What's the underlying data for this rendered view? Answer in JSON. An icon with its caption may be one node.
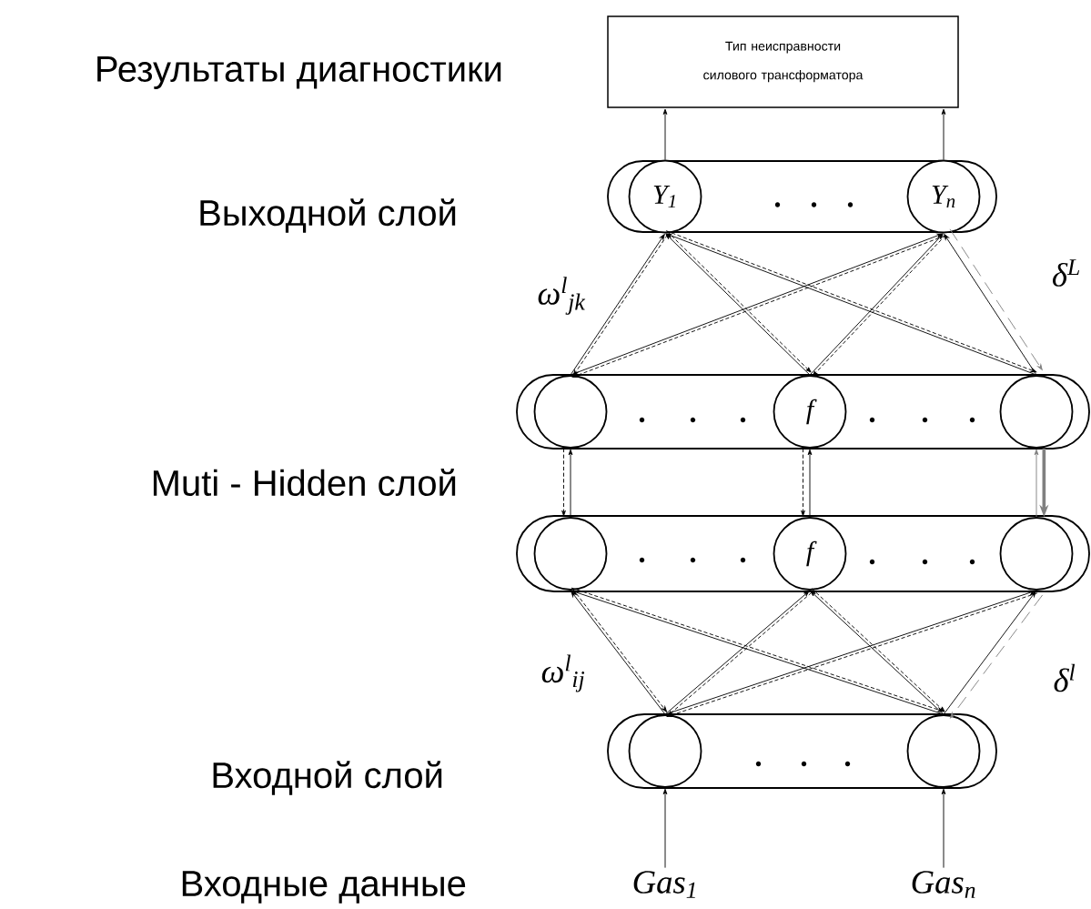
{
  "diagram": {
    "nodes": [
      {
        "text": [
          "Тип неисправности силового трансформатора"
        ]
      },
      {
        "text": [],
        "shape": "band"
      },
      {
        "text": [
          "Y$_{1}$"
        ],
        "in": 1
      },
      {
        "text": [
          "Y$_{n}$"
        ],
        "in": 1
      },
      {
        "text": [],
        "shape": "band"
      },
      {
        "text": [],
        "shape": "circle",
        "in": 4
      },
      {
        "text": [
          "f"
        ],
        "in": 4
      },
      {
        "text": [],
        "shape": "circle",
        "in": 4
      },
      {
        "text": [],
        "shape": "band"
      },
      {
        "text": [],
        "shape": "circle",
        "in": 8
      },
      {
        "text": [
          "f"
        ],
        "in": 8
      },
      {
        "text": [],
        "shape": "circle",
        "in": 8
      },
      {
        "text": [],
        "shape": "band"
      },
      {
        "text": [],
        "shape": "circle",
        "in": 12
      },
      {
        "text": [],
        "shape": "circle",
        "in": 12
      },
      {
        "text": [
          "Gas$_{1}$"
        ]
      },
      {
        "text": [
          "Gas$_{n}$"
        ]
      }
    ],
    "edges": [
      {
        "from": 2,
        "to": 0,
        "arrow": "to"
      },
      {
        "from": 3,
        "to": 0,
        "arrow": "to"
      },
      {
        "from": 5,
        "to": 2,
        "arrow": "to"
      },
      {
        "from": 2,
        "to": 5,
        "arrow": "to",
        "style": "dashed"
      },
      {
        "from": 5,
        "to": 3,
        "arrow": "to"
      },
      {
        "from": 3,
        "to": 5,
        "arrow": "to",
        "style": "dashed"
      },
      {
        "from": 6,
        "to": 2,
        "arrow": "to"
      },
      {
        "from": 2,
        "to": 6,
        "arrow": "to",
        "style": "dashed"
      },
      {
        "from": 6,
        "to": 3,
        "arrow": "to"
      },
      {
        "from": 3,
        "to": 6,
        "arrow": "to",
        "style": "dashed"
      },
      {
        "from": 7,
        "to": 2,
        "arrow": "to"
      },
      {
        "from": 2,
        "to": 7,
        "arrow": "to",
        "style": "dashed"
      },
      {
        "from": 7,
        "to": 3,
        "arrow": "to"
      },
      {
        "from": 3,
        "to": 7,
        "arrow": "to",
        "style": "dashed",
        "color": "#808080"
      },
      {
        "from": 9,
        "to": 5,
        "arrow": "to"
      },
      {
        "from": 5,
        "to": 9,
        "arrow": "to",
        "style": "dashed"
      },
      {
        "from": 10,
        "to": 6,
        "arrow": "to"
      },
      {
        "from": 6,
        "to": 10,
        "arrow": "to",
        "style": "dashed"
      },
      {
        "from": 11,
        "to": 7,
        "arrow": "to",
        "color": "#808080"
      },
      {
        "from": 7,
        "to": 11,
        "arrow": "to",
        "style": "thick",
        "color": "#808080"
      },
      {
        "from": 13,
        "to": 9,
        "arrow": "to"
      },
      {
        "from": 9,
        "to": 13,
        "arrow": "to",
        "style": "dashed"
      },
      {
        "from": 13,
        "to": 10,
        "arrow": "to"
      },
      {
        "from": 10,
        "to": 13,
        "arrow": "to",
        "style": "dashed"
      },
      {
        "from": 13,
        "to": 11,
        "arrow": "to"
      },
      {
        "from": 11,
        "to": 13,
        "arrow": "to",
        "style": "dashed"
      },
      {
        "from": 14,
        "to": 9,
        "arrow": "to"
      },
      {
        "from": 9,
        "to": 14,
        "arrow": "to",
        "style": "dashed"
      },
      {
        "from": 14,
        "to": 10,
        "arrow": "to"
      },
      {
        "from": 10,
        "to": 14,
        "arrow": "to",
        "style": "dashed"
      },
      {
        "from": 14,
        "to": 11,
        "arrow": "to"
      },
      {
        "from": 11,
        "to": 14,
        "arrow": "to",
        "style": "dashed",
        "color": "#808080"
      },
      {
        "from": 15,
        "to": 13,
        "arrow": "to"
      },
      {
        "from": 16,
        "to": 14,
        "arrow": "to"
      }
    ],
    "labels": [
      "Результаты диагностики",
      "Выходной слой",
      "ω$^{l}$$_{jk}$",
      "δ$^{L}$",
      "Muti - Hidden слой",
      "ω$^{l}$$_{ij}$",
      "δ$^{l}$",
      "Входной слой",
      "Входные данные"
    ]
  }
}
